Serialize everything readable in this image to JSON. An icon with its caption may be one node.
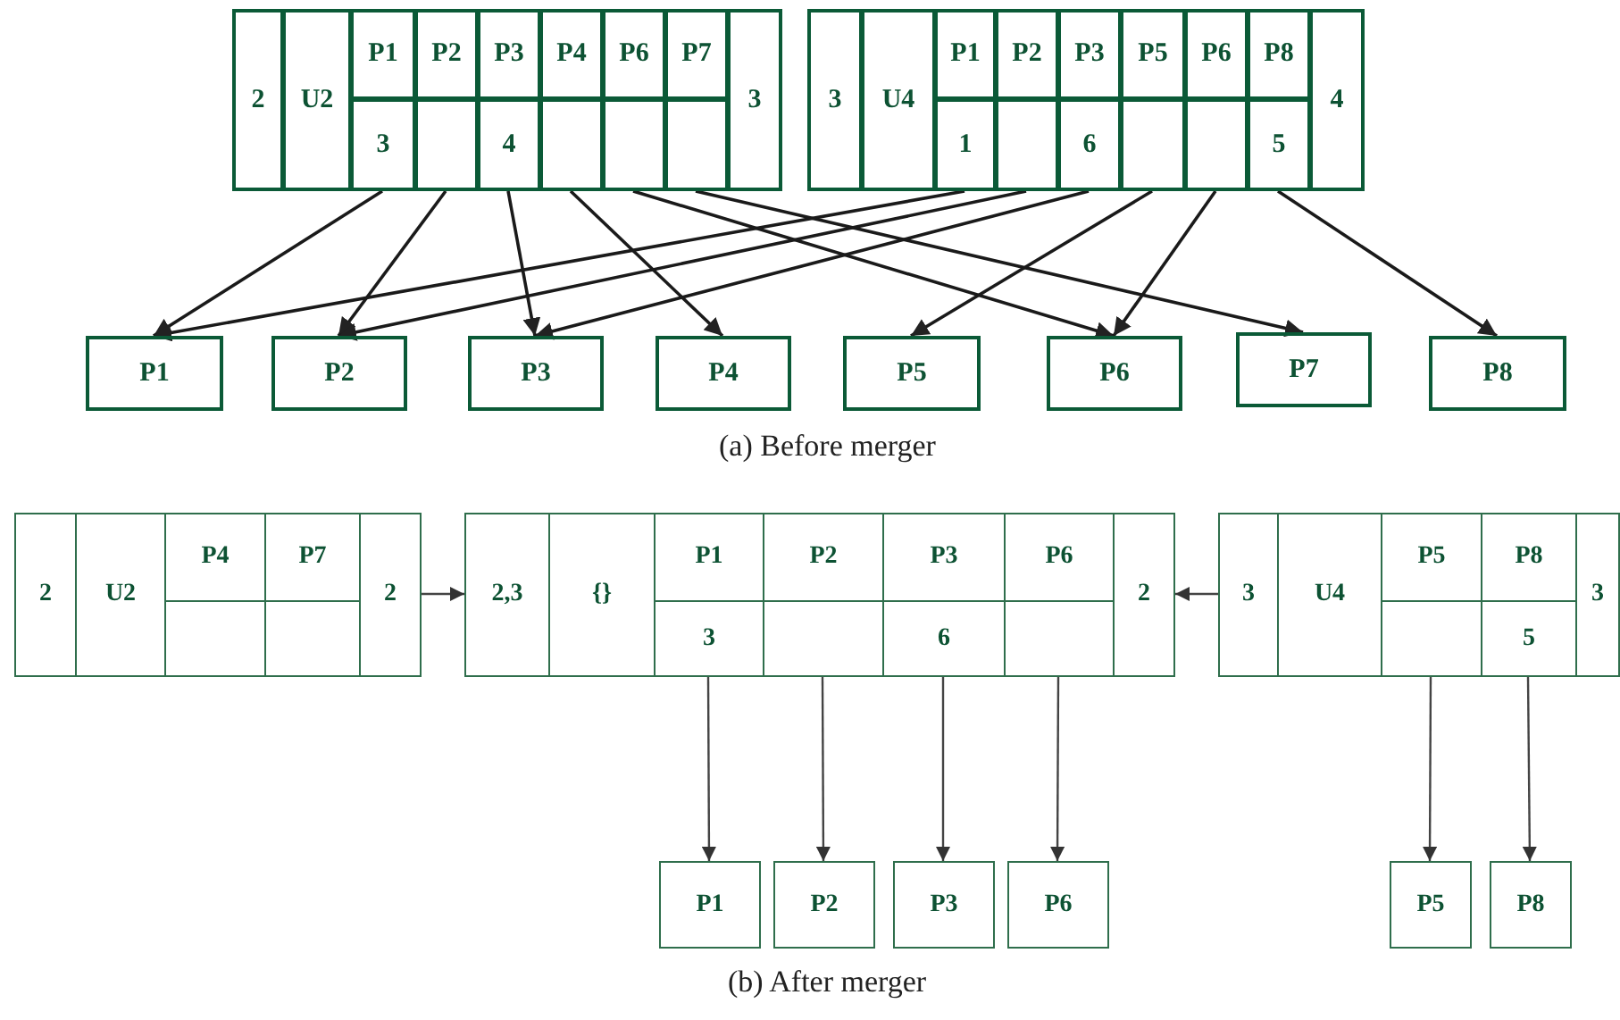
{
  "diagram": {
    "nodes": [
      {
        "text": [
          "2"
        ]
      },
      {
        "text": [
          "U2"
        ]
      },
      {
        "text": [
          "P1"
        ]
      },
      {
        "text": [
          "P2"
        ]
      },
      {
        "text": [
          "P3"
        ]
      },
      {
        "text": [
          "P4"
        ]
      },
      {
        "text": [
          "P6"
        ]
      },
      {
        "text": [
          "P7"
        ]
      },
      {
        "text": [
          "3"
        ]
      },
      {
        "text": [
          "3"
        ]
      },
      {
        "text": [],
        "shape": "box"
      },
      {
        "text": [
          "4"
        ]
      },
      {
        "text": [],
        "shape": "box"
      },
      {
        "text": [],
        "shape": "box"
      },
      {
        "text": [],
        "shape": "box"
      },
      {
        "text": [
          "3"
        ]
      },
      {
        "text": [
          "U4"
        ]
      },
      {
        "text": [
          "P1"
        ]
      },
      {
        "text": [
          "P2"
        ]
      },
      {
        "text": [
          "P3"
        ]
      },
      {
        "text": [
          "P5"
        ]
      },
      {
        "text": [
          "P6"
        ]
      },
      {
        "text": [
          "P8"
        ]
      },
      {
        "text": [
          "4"
        ]
      },
      {
        "text": [
          "1"
        ]
      },
      {
        "text": [],
        "shape": "box"
      },
      {
        "text": [
          "6"
        ]
      },
      {
        "text": [],
        "shape": "box"
      },
      {
        "text": [],
        "shape": "box"
      },
      {
        "text": [
          "5"
        ]
      },
      {
        "text": [
          "P1"
        ]
      },
      {
        "text": [
          "P2"
        ]
      },
      {
        "text": [
          "P3"
        ]
      },
      {
        "text": [
          "P4"
        ]
      },
      {
        "text": [
          "P5"
        ]
      },
      {
        "text": [
          "P6"
        ]
      },
      {
        "text": [
          "P7"
        ]
      },
      {
        "text": [
          "P8"
        ]
      },
      {
        "text": [
          "2"
        ]
      },
      {
        "text": [
          "U2"
        ]
      },
      {
        "text": [
          "P4"
        ]
      },
      {
        "text": [
          "P7"
        ]
      },
      {
        "text": [
          "2"
        ]
      },
      {
        "text": [],
        "shape": "box"
      },
      {
        "text": [],
        "shape": "box"
      },
      {
        "text": [
          "2,3"
        ]
      },
      {
        "text": [
          "{}"
        ]
      },
      {
        "text": [
          "P1"
        ]
      },
      {
        "text": [
          "P2"
        ]
      },
      {
        "text": [
          "P3"
        ]
      },
      {
        "text": [
          "P6"
        ]
      },
      {
        "text": [
          "2"
        ]
      },
      {
        "text": [
          "3"
        ]
      },
      {
        "text": [],
        "shape": "box"
      },
      {
        "text": [
          "6"
        ]
      },
      {
        "text": [],
        "shape": "box"
      },
      {
        "text": [
          "3"
        ]
      },
      {
        "text": [
          "U4"
        ]
      },
      {
        "text": [
          "P5"
        ]
      },
      {
        "text": [
          "P8"
        ]
      },
      {
        "text": [
          "3"
        ]
      },
      {
        "text": [],
        "shape": "box"
      },
      {
        "text": [
          "5"
        ]
      },
      {
        "text": [
          "P1"
        ]
      },
      {
        "text": [
          "P2"
        ]
      },
      {
        "text": [
          "P3"
        ]
      },
      {
        "text": [
          "P6"
        ]
      },
      {
        "text": [
          "P5"
        ]
      },
      {
        "text": [
          "P8"
        ]
      }
    ],
    "edges": [
      {
        "from": 9,
        "to": 30,
        "arrow": "to"
      },
      {
        "from": 10,
        "to": 31,
        "arrow": "to"
      },
      {
        "from": 11,
        "to": 32,
        "arrow": "to"
      },
      {
        "from": 12,
        "to": 33,
        "arrow": "to"
      },
      {
        "from": 13,
        "to": 35,
        "arrow": "to"
      },
      {
        "from": 14,
        "to": 36,
        "arrow": "to"
      },
      {
        "from": 24,
        "to": 30,
        "arrow": "to"
      },
      {
        "from": 25,
        "to": 31,
        "arrow": "to"
      },
      {
        "from": 26,
        "to": 32,
        "arrow": "to"
      },
      {
        "from": 27,
        "to": 34,
        "arrow": "to"
      },
      {
        "from": 28,
        "to": 35,
        "arrow": "to"
      },
      {
        "from": 29,
        "to": 37,
        "arrow": "to"
      },
      {
        "from": 42,
        "to": 45,
        "arrow": "to"
      },
      {
        "from": 56,
        "to": 51,
        "arrow": "to"
      },
      {
        "from": 52,
        "to": 63,
        "arrow": "to"
      },
      {
        "from": 53,
        "to": 64,
        "arrow": "to"
      },
      {
        "from": 54,
        "to": 65,
        "arrow": "to"
      },
      {
        "from": 55,
        "to": 66,
        "arrow": "to"
      },
      {
        "from": 61,
        "to": 67,
        "arrow": "to"
      },
      {
        "from": 62,
        "to": 68,
        "arrow": "to"
      }
    ],
    "labels": [
      "(a) Before merger",
      "(b) After merger"
    ]
  }
}
